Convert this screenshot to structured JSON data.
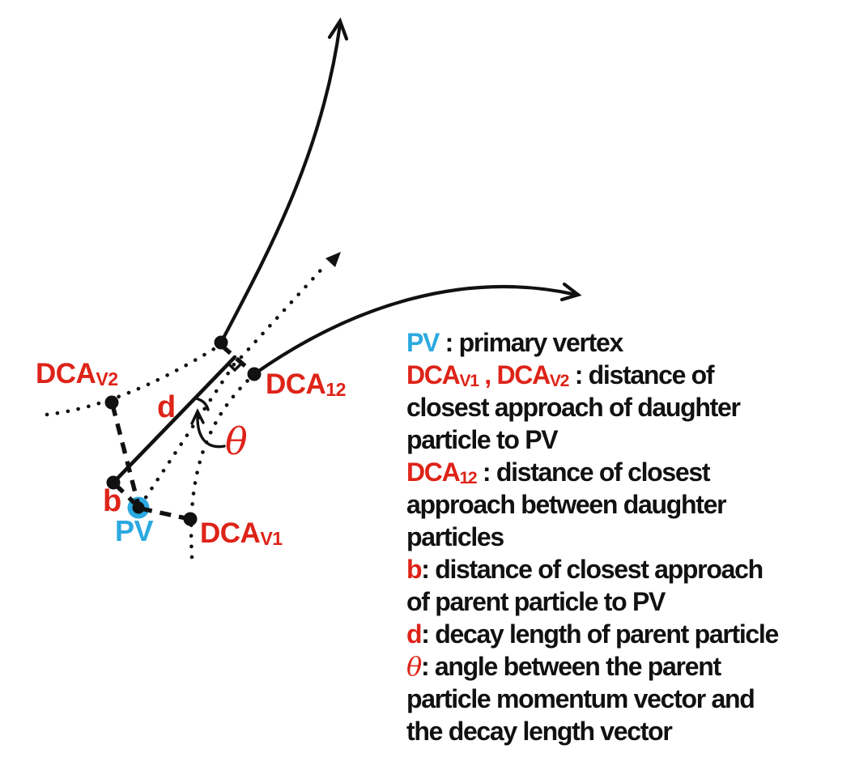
{
  "colors": {
    "ink": "#111111",
    "red": "#DE2318",
    "blue": "#2BA9E0",
    "bg": "#FFFFFF"
  },
  "diagram": {
    "labels": {
      "dca_v2": {
        "prefix": "DCA",
        "sub": "V2"
      },
      "dca_12": {
        "prefix": "DCA",
        "sub": "12"
      },
      "dca_v1": {
        "prefix": "DCA",
        "sub": "V1"
      },
      "d": "d",
      "b": "b",
      "pv": "PV",
      "theta": "θ"
    }
  },
  "legend": {
    "lines": [
      [
        {
          "t": "PV",
          "c": "blue"
        },
        {
          "t": " : primary vertex",
          "c": "black"
        }
      ],
      [
        {
          "t": "DCA",
          "c": "red"
        },
        {
          "t": "V1",
          "c": "red",
          "sub": true
        },
        {
          "t": " , ",
          "c": "red"
        },
        {
          "t": "DCA",
          "c": "red"
        },
        {
          "t": "V2",
          "c": "red",
          "sub": true
        },
        {
          "t": " : distance of",
          "c": "black"
        }
      ],
      [
        {
          "t": "closest approach of daughter",
          "c": "black"
        }
      ],
      [
        {
          "t": "particle to PV",
          "c": "black"
        }
      ],
      [
        {
          "t": "DCA",
          "c": "red"
        },
        {
          "t": "12",
          "c": "red",
          "sub": true
        },
        {
          "t": " : distance of closest",
          "c": "black"
        }
      ],
      [
        {
          "t": "approach between daughter",
          "c": "black"
        }
      ],
      [
        {
          "t": "particles",
          "c": "black"
        }
      ],
      [
        {
          "t": "b",
          "c": "red"
        },
        {
          "t": ": distance of closest approach",
          "c": "black"
        }
      ],
      [
        {
          "t": "of parent particle to PV",
          "c": "black"
        }
      ],
      [
        {
          "t": "d",
          "c": "red"
        },
        {
          "t": ": decay length of parent particle",
          "c": "black"
        }
      ],
      [
        {
          "t": "θ",
          "c": "red",
          "i": true
        },
        {
          "t": ": angle between the parent",
          "c": "black"
        }
      ],
      [
        {
          "t": "particle momentum vector and",
          "c": "black"
        }
      ],
      [
        {
          "t": "the decay length vector",
          "c": "black"
        }
      ]
    ]
  }
}
